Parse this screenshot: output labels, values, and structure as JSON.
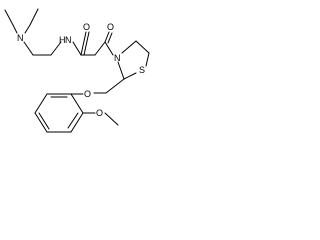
{
  "molecule": {
    "atoms": {
      "n_amine": "N",
      "n_amide": "N",
      "h_amide": "H",
      "o_amide": "O",
      "o_ketone": "O",
      "n_ring": "N",
      "s_ring": "S",
      "o_ether": "O",
      "o_methoxy": "O"
    }
  }
}
